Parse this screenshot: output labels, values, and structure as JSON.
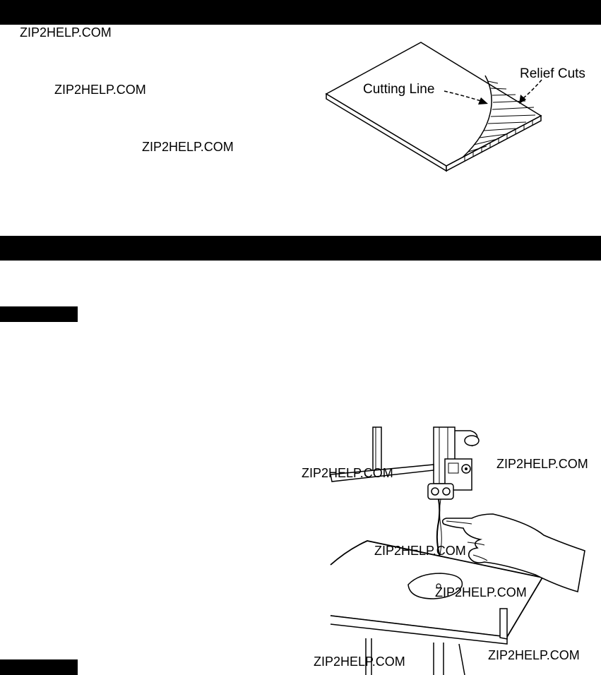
{
  "watermark": "ZIP2HELP.COM",
  "figure1": {
    "cutting_line_label": "Cutting Line",
    "relief_cuts_label": "Relief Cuts"
  },
  "figure2": {
    "subject": "hand guiding workpiece into band saw blade"
  },
  "colors": {
    "ink": "#000000",
    "paper": "#ffffff"
  }
}
